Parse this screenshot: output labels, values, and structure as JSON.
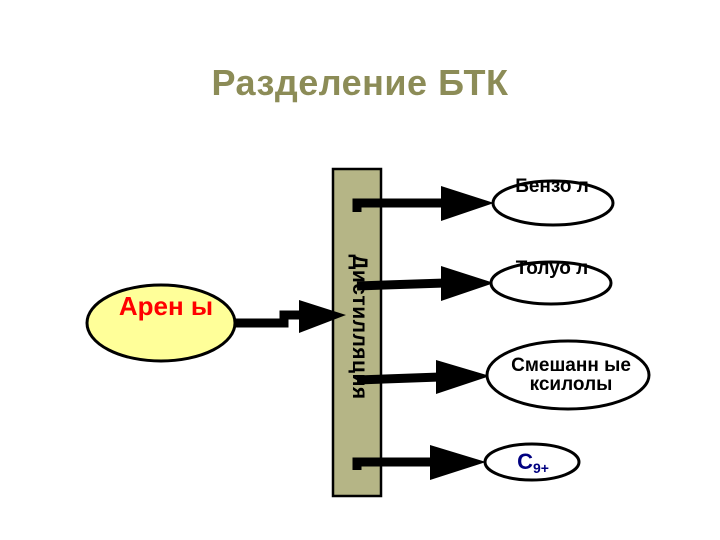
{
  "title": "Разделение БТК",
  "input_label": "Арен ы",
  "column_label": "Дистилляция",
  "outputs": {
    "benzene": "Бензо л",
    "toluene": "Толуо л",
    "xylenes": "Смешанн ые ксилолы",
    "c9_base": "C",
    "c9_sub": "9+"
  },
  "colors": {
    "title": "#8c8c57",
    "input_fill": "#ffff99",
    "input_text": "#ff0000",
    "column_fill": "#b5b586",
    "c9_text": "#000080"
  }
}
